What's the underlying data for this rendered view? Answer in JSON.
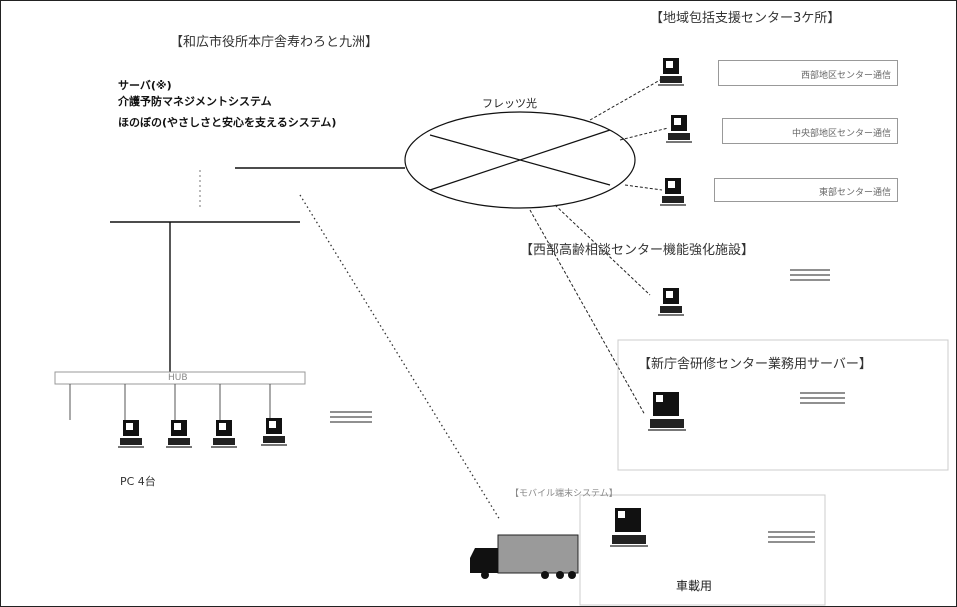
{
  "title_left": "【和広市役所本庁舎寿わろと九洲】",
  "title_right": "【地域包括支援センター3ケ所】",
  "title_center_right": "【西部高齢相談センター機能強化施設】",
  "title_lower_right": "【新庁舎研修センター業務用サーバー】",
  "left_lines": [
    "サーバ(※)",
    "介護予防マネジメントシステム",
    "ほのぼの(やさしさと安心を支えるシステム)"
  ],
  "network_label": "フレッツ光",
  "switch_label": "HUB",
  "pc_count": "PC 4台",
  "right_box_texts": [
    "西部地区センター通信",
    "中央部地区センター通信",
    "東部センター通信"
  ],
  "vehicle_label": "車載用",
  "vehicle_title": "【モバイル端末システム】",
  "colors": {
    "line": "#111111",
    "accent": "#222222"
  }
}
